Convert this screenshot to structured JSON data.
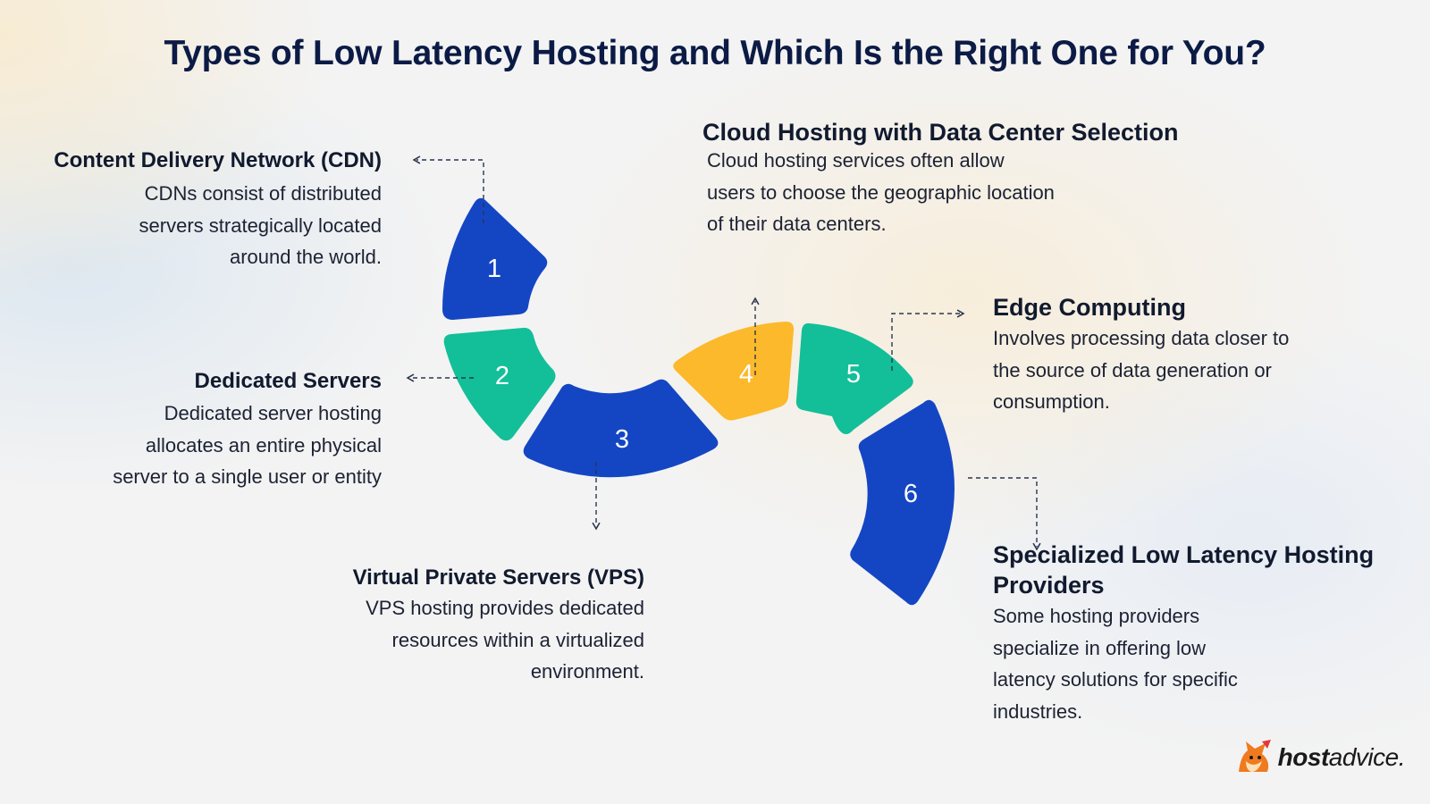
{
  "title": "Types of Low Latency Hosting and Which Is the Right One for You?",
  "segments": [
    {
      "number": "1",
      "color": "#1446c4"
    },
    {
      "number": "2",
      "color": "#12bf98"
    },
    {
      "number": "3",
      "color": "#1446c4"
    },
    {
      "number": "4",
      "color": "#fbb92b"
    },
    {
      "number": "5",
      "color": "#12bf98"
    },
    {
      "number": "6",
      "color": "#1446c4"
    }
  ],
  "items": [
    {
      "heading": "Content Delivery Network (CDN)",
      "lines": [
        "CDNs consist of distributed",
        "servers strategically located",
        "around the world."
      ]
    },
    {
      "heading": "Dedicated Servers",
      "lines": [
        "Dedicated server hosting",
        "allocates an entire physical",
        "server to a single user or entity"
      ]
    },
    {
      "heading": "Virtual Private Servers (VPS)",
      "lines": [
        "VPS hosting provides dedicated",
        "resources within a virtualized",
        "environment."
      ]
    },
    {
      "heading": "Cloud Hosting with Data Center Selection",
      "lines": [
        "Cloud hosting services often allow",
        "users to choose the geographic location",
        "of their data centers."
      ]
    },
    {
      "heading": "Edge Computing",
      "lines": [
        "Involves processing data closer to",
        "the source of data generation or",
        "consumption."
      ]
    },
    {
      "heading": "Specialized Low Latency Hosting Providers",
      "heading_lines": [
        "Specialized Low Latency Hosting",
        "Providers"
      ],
      "lines": [
        "Some hosting providers",
        "specialize in offering low",
        "latency solutions for specific",
        "industries."
      ]
    }
  ],
  "logo": {
    "bold": "host",
    "rest": "advice.",
    "icon": "fox-mascot-icon"
  }
}
